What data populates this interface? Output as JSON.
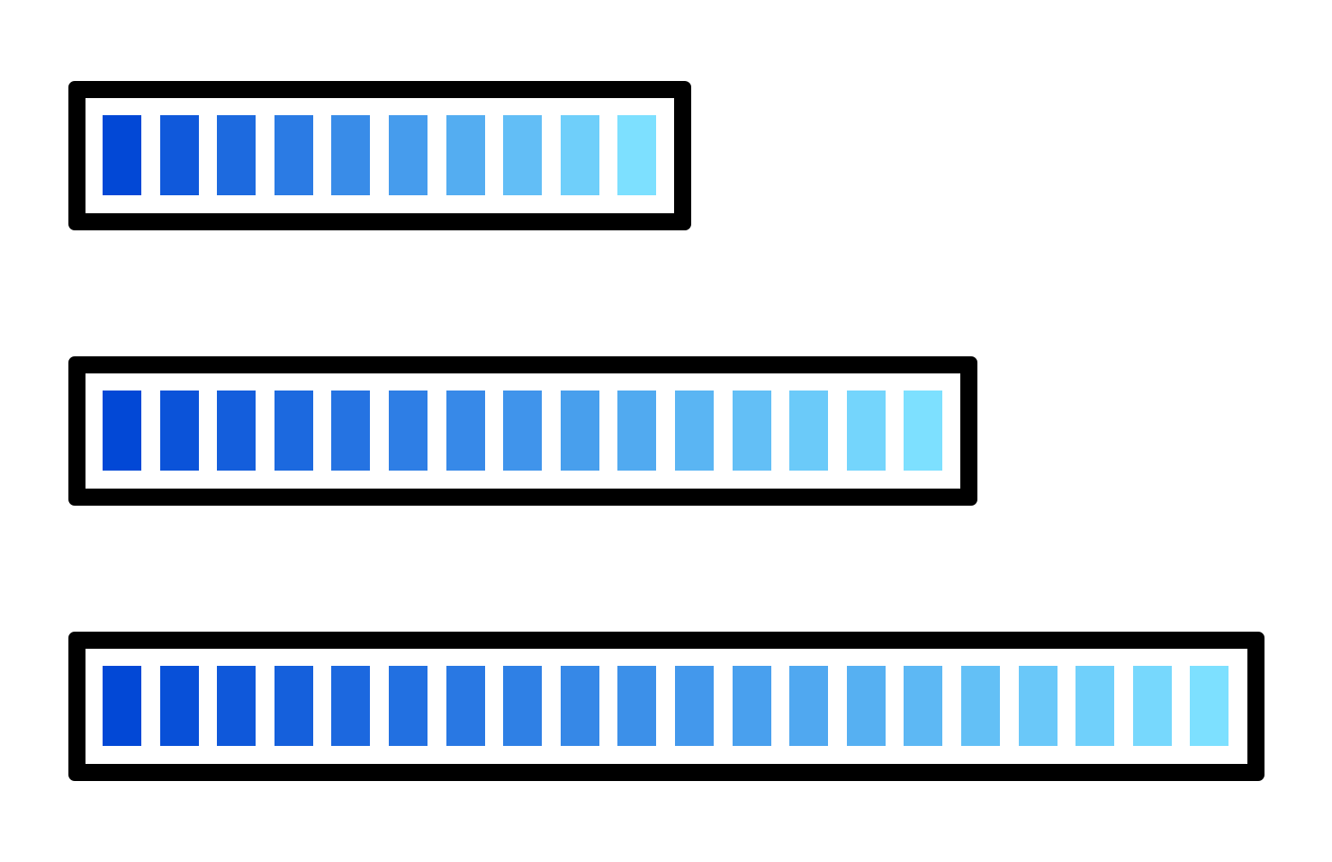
{
  "colors": {
    "border": "#000000",
    "background": "#ffffff",
    "gradient_start": "#0248d6",
    "gradient_end": "#7de0ff"
  },
  "bars": [
    {
      "segment_count": 10
    },
    {
      "segment_count": 15
    },
    {
      "segment_count": 20
    }
  ]
}
